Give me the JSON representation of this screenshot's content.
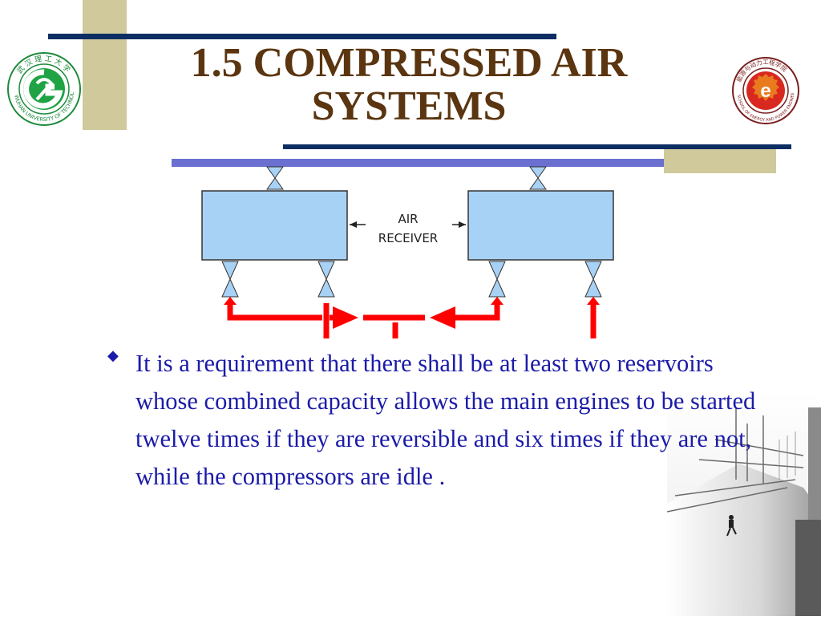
{
  "slide": {
    "title_line1": "1.5 COMPRESSED AIR",
    "title_line2": "SYSTEMS",
    "bullet_text": "It is a requirement that there shall be at least two reservoirs whose combined capacity allows the main engines to be started twelve times if they are reversible and six times if they are not, while the compressors are idle ."
  },
  "diagram": {
    "label_line1": "AIR",
    "label_line2": "RECEIVER"
  },
  "left_logo": {
    "ring_text_top": "武 汉 理 工 大 学",
    "ring_text_bottom": "WUHAN UNIVERSITY OF TECHNOLOGY"
  },
  "right_logo": {
    "ring_text_top": "能源与动力工程学院",
    "ring_text_bottom": "SCHOOL OF ENERGY AND POWER ENGINEERING"
  },
  "colors": {
    "title": "#5a3510",
    "bullet": "#1b1ba8",
    "navy_line": "#0c2e63",
    "purple_line": "#6a6fd0",
    "tan_block": "#cfc99b",
    "receiver_fill": "#a8d2f5",
    "pipe_red": "#ff0000"
  }
}
